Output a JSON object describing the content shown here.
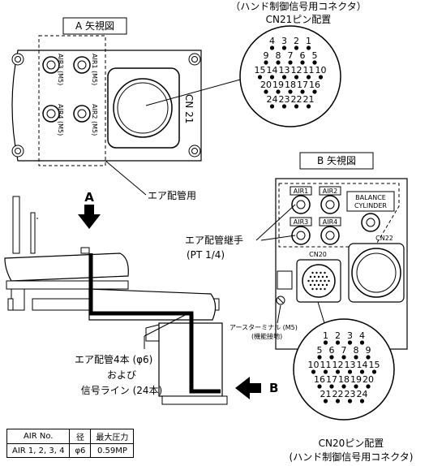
{
  "view_a": {
    "title": "A 矢視図",
    "port_air1": "AIR1 (M5)",
    "port_air2": "AIR2 (M5)",
    "port_air3": "AIR3 (M5)",
    "port_air4": "AIR4 (M5)",
    "connector": "CN 21"
  },
  "view_b": {
    "title": "B 矢視図",
    "port_air1": "AIR1",
    "port_air2": "AIR2",
    "port_air3": "AIR3",
    "port_air4": "AIR4",
    "balance_1": "BALANCE",
    "balance_2": "CYLINDER",
    "cn20": "CN20",
    "cn22": "CN22"
  },
  "cn21": {
    "title_1": "（ハンド制御信号用コネクタ）",
    "title_2": "CN21ピン配置",
    "rows": [
      [
        "4",
        "3",
        "2",
        "1"
      ],
      [
        "9",
        "8",
        "7",
        "6",
        "5"
      ],
      [
        "15",
        "14",
        "13",
        "12",
        "11",
        "10"
      ],
      [
        "20",
        "19",
        "18",
        "17",
        "16"
      ],
      [
        "24",
        "23",
        "22",
        "21"
      ]
    ]
  },
  "cn20": {
    "title_1": "CN20ピン配置",
    "title_2": "(ハンド制御信号用コネクタ)",
    "rows": [
      [
        "1",
        "2",
        "3",
        "4"
      ],
      [
        "5",
        "6",
        "7",
        "8",
        "9"
      ],
      [
        "10",
        "11",
        "12",
        "13",
        "14",
        "15"
      ],
      [
        "16",
        "17",
        "18",
        "19",
        "20"
      ],
      [
        "21",
        "22",
        "23",
        "24"
      ]
    ]
  },
  "labels": {
    "arrow_a": "A",
    "arrow_b": "B",
    "air_piping": "エア配管用",
    "fitting_1": "エア配管継手",
    "fitting_2": "(PT 1/4)",
    "ground_1": "アースターミナル (M5)",
    "ground_2": "(機能接地)",
    "tubes_1": "エア配管4本 (φ6)",
    "tubes_2": "および",
    "tubes_3": "信号ライン (24本)"
  },
  "table": {
    "headers": [
      "AIR No.",
      "径",
      "最大圧力"
    ],
    "row": [
      "AIR 1, 2, 3, 4",
      "φ6",
      "0.59MP"
    ]
  }
}
